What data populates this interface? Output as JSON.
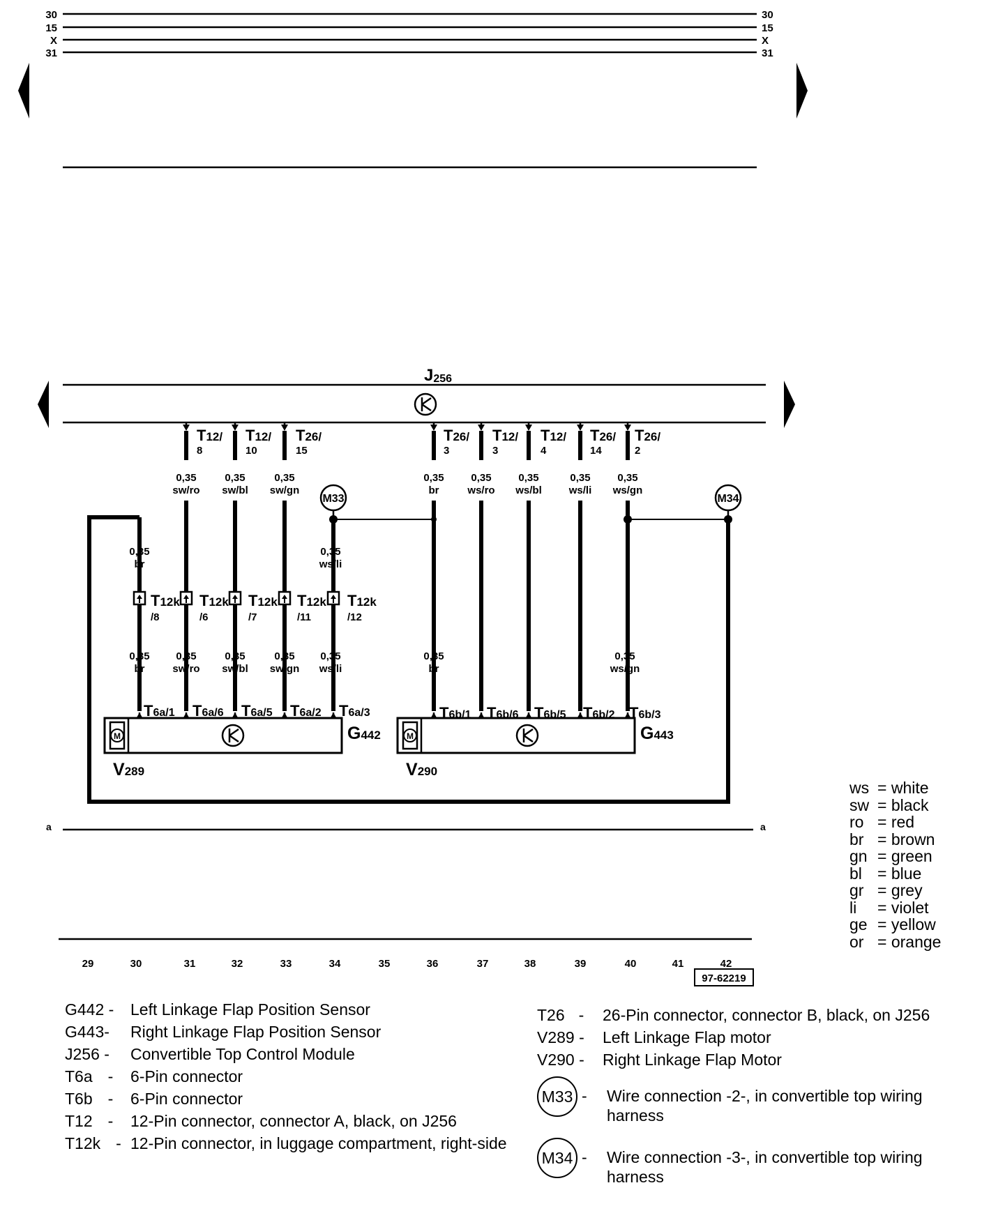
{
  "rails": {
    "top_labels": [
      "30",
      "15",
      "X",
      "31"
    ],
    "bottom_label": "a"
  },
  "control_module": {
    "name": "J256",
    "main": "J",
    "sub": "256"
  },
  "connectors_top": [
    {
      "id": "t12-8",
      "main": "T",
      "sub": "12/",
      "pin": "8",
      "size": "0,35",
      "color": "sw/ro"
    },
    {
      "id": "t12-10",
      "main": "T",
      "sub": "12/",
      "pin": "10",
      "size": "0,35",
      "color": "sw/bl"
    },
    {
      "id": "t26-15",
      "main": "T",
      "sub": "26/",
      "pin": "15",
      "size": "0,35",
      "color": "sw/gn"
    },
    {
      "id": "t26-3",
      "main": "T",
      "sub": "26/",
      "pin": "3",
      "size": "0,35",
      "color": "br"
    },
    {
      "id": "t12-3",
      "main": "T",
      "sub": "12/",
      "pin": "3",
      "size": "0,35",
      "color": "ws/ro"
    },
    {
      "id": "t12-4",
      "main": "T",
      "sub": "12/",
      "pin": "4",
      "size": "0,35",
      "color": "ws/bl"
    },
    {
      "id": "t26-14",
      "main": "T",
      "sub": "26/",
      "pin": "14",
      "size": "0,35",
      "color": "ws/li"
    },
    {
      "id": "t26-2",
      "main": "T",
      "sub": "26/",
      "pin": "2",
      "size": "0,35",
      "color": "ws/gn"
    }
  ],
  "wire_connections": [
    {
      "id": "m33",
      "label": "M33"
    },
    {
      "id": "m34",
      "label": "M34"
    }
  ],
  "connector_t12k": [
    {
      "id": "t12k-8",
      "main": "T",
      "sub": "12k",
      "pin": "/8",
      "size_above": "0,35",
      "color_above": "br",
      "size_below": "0,35",
      "color_below": "br"
    },
    {
      "id": "t12k-6",
      "main": "T",
      "sub": "12k",
      "pin": "/6",
      "size_above": "",
      "color_above": "",
      "size_below": "0,35",
      "color_below": "sw/ro"
    },
    {
      "id": "t12k-7",
      "main": "T",
      "sub": "12k",
      "pin": "/7",
      "size_above": "",
      "color_above": "",
      "size_below": "0,35",
      "color_below": "sw/bl"
    },
    {
      "id": "t12k-11",
      "main": "T",
      "sub": "12k",
      "pin": "/11",
      "size_above": "",
      "color_above": "",
      "size_below": "0,35",
      "color_below": "sw/gn"
    },
    {
      "id": "t12k-12",
      "main": "T",
      "sub": "12k",
      "pin": "/12",
      "size_above": "0,35",
      "color_above": "ws/li",
      "size_below": "0,35",
      "color_below": "ws/li"
    }
  ],
  "wires_right_lower": [
    {
      "id": "br-lower",
      "size": "0,35",
      "color": "br"
    },
    {
      "id": "wsgn-lower",
      "size": "0,35",
      "color": "ws/gn"
    }
  ],
  "pins_t6a": [
    {
      "id": "t6a-1",
      "main": "T",
      "sub": "6a/1"
    },
    {
      "id": "t6a-6",
      "main": "T",
      "sub": "6a/6"
    },
    {
      "id": "t6a-5",
      "main": "T",
      "sub": "6a/5"
    },
    {
      "id": "t6a-2",
      "main": "T",
      "sub": "6a/2"
    },
    {
      "id": "t6a-3",
      "main": "T",
      "sub": "6a/3"
    }
  ],
  "pins_t6b": [
    {
      "id": "t6b-1",
      "main": "T",
      "sub": "6b/1"
    },
    {
      "id": "t6b-6",
      "main": "T",
      "sub": "6b/6"
    },
    {
      "id": "t6b-5",
      "main": "T",
      "sub": "6b/5"
    },
    {
      "id": "t6b-2",
      "main": "T",
      "sub": "6b/2"
    },
    {
      "id": "t6b-3",
      "main": "T",
      "sub": "6b/3"
    }
  ],
  "components": {
    "g442": {
      "main": "G",
      "sub": "442"
    },
    "g443": {
      "main": "G",
      "sub": "443"
    },
    "v289": {
      "main": "V",
      "sub": "289"
    },
    "v290": {
      "main": "V",
      "sub": "290"
    },
    "motor_symbol": "M"
  },
  "track_numbers": [
    "29",
    "30",
    "31",
    "32",
    "33",
    "34",
    "35",
    "36",
    "37",
    "38",
    "39",
    "40",
    "41",
    "42"
  ],
  "figure_code": "97-62219",
  "color_key": [
    {
      "code": "ws",
      "name": "white"
    },
    {
      "code": "sw",
      "name": "black"
    },
    {
      "code": "ro",
      "name": "red"
    },
    {
      "code": "br",
      "name": "brown"
    },
    {
      "code": "gn",
      "name": "green"
    },
    {
      "code": "bl",
      "name": "blue"
    },
    {
      "code": "gr",
      "name": "grey"
    },
    {
      "code": "li",
      "name": "violet"
    },
    {
      "code": "ge",
      "name": "yellow"
    },
    {
      "code": "or",
      "name": "orange"
    }
  ],
  "legend_left": [
    {
      "code": "G442 -",
      "desc": "Left Linkage Flap Position Sensor"
    },
    {
      "code": "G443-",
      "desc": "Right Linkage Flap Position Sensor"
    },
    {
      "code": "J256 -",
      "desc": "Convertible Top Control Module"
    },
    {
      "code": "T6a",
      "desc": "6-Pin connector"
    },
    {
      "code": "T6b",
      "desc": "6-Pin connector"
    },
    {
      "code": "T12",
      "desc": "12-Pin connector, connector A, black, on J256"
    },
    {
      "code": "T12k",
      "desc": "12-Pin connector, in luggage compartment, right-side"
    }
  ],
  "legend_left_dash": "-",
  "legend_right": [
    {
      "code": "T26",
      "dash": "-",
      "desc": "26-Pin connector, connector B, black, on J256"
    },
    {
      "code": "V289 -",
      "dash": "",
      "desc": "Left Linkage Flap motor"
    },
    {
      "code": "V290 -",
      "dash": "",
      "desc": "Right Linkage Flap Motor"
    }
  ],
  "legend_wire_connections": [
    {
      "label": "M33",
      "dash": "-",
      "desc": "Wire connection -2-, in convertible top wiring harness"
    },
    {
      "label": "M34",
      "dash": "-",
      "desc": "Wire connection -3-, in convertible top wiring harness"
    }
  ]
}
